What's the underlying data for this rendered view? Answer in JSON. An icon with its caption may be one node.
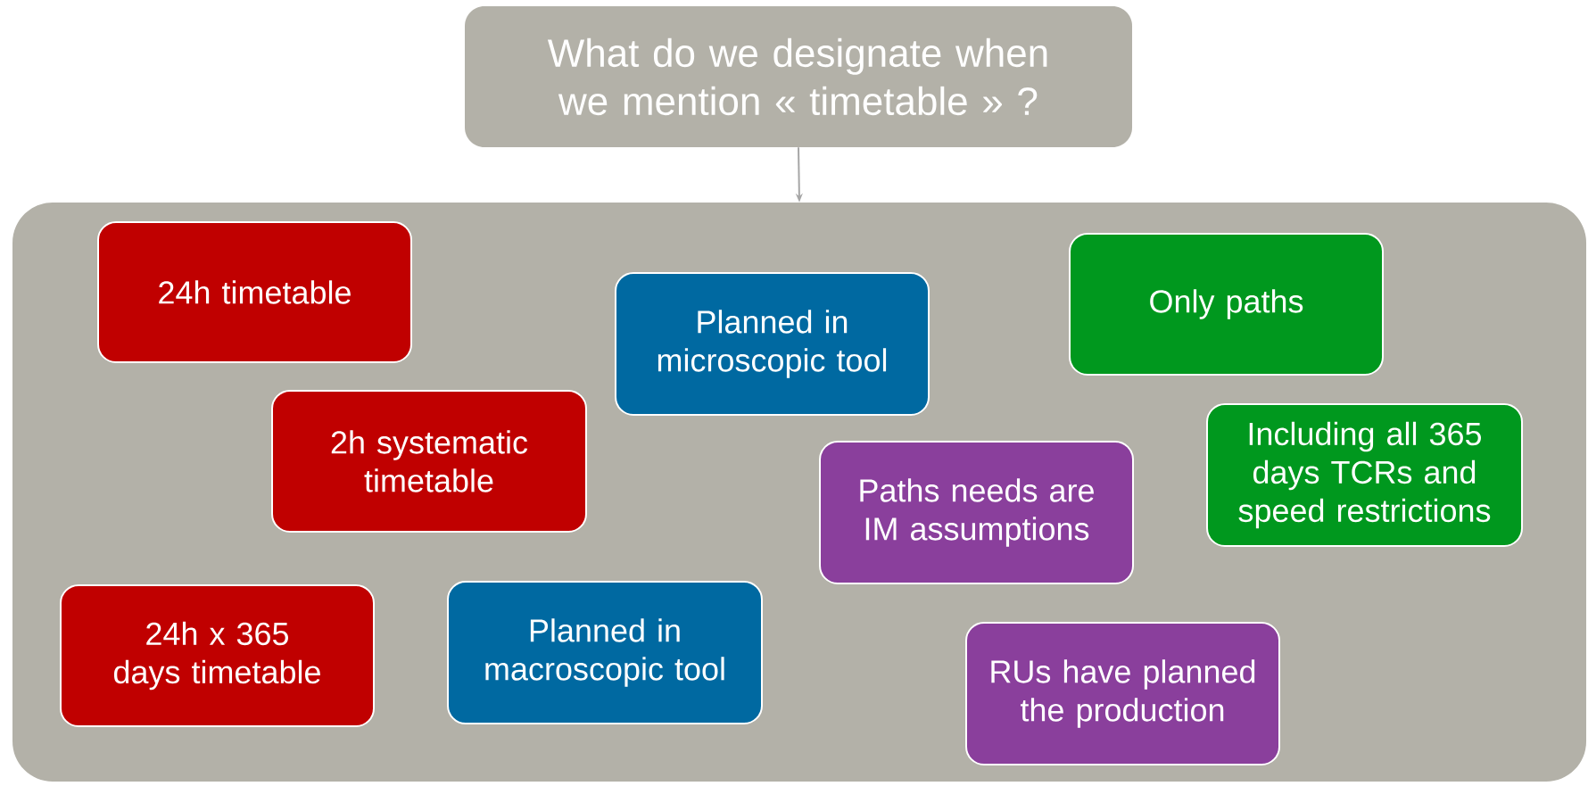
{
  "diagram": {
    "nodes": [
      {
        "text": [
          "What do we designate when we mention « timetable » ?"
        ]
      },
      {
        "text": [],
        "shape": "box"
      },
      {
        "text": [
          "24h timetable"
        ],
        "in": 1
      },
      {
        "text": [
          "Only paths"
        ],
        "in": 1
      },
      {
        "text": [
          "Planned in microscopic tool"
        ],
        "in": 1
      },
      {
        "text": [
          "2h systematic timetable"
        ],
        "in": 1
      },
      {
        "text": [
          "Including all 365 days TCRs and speed restrictions"
        ],
        "in": 1
      },
      {
        "text": [
          "Paths needs are IM assumptions"
        ],
        "in": 1
      },
      {
        "text": [
          "Planned in macroscopic tool"
        ],
        "in": 1
      },
      {
        "text": [
          "24h x 365 days timetable"
        ],
        "in": 1
      },
      {
        "text": [
          "RUs have planned the production"
        ],
        "in": 1
      }
    ],
    "edges": [
      {
        "from": 0,
        "to": 1,
        "arrow": "to"
      }
    ]
  }
}
